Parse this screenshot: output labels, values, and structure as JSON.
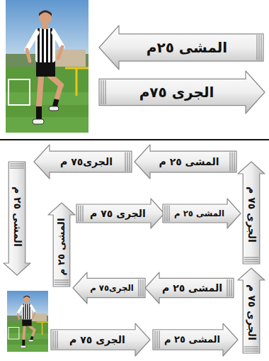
{
  "diagram": {
    "nodes": [
      {
        "text": [
          "المشى ٢٥م"
        ]
      },
      {
        "text": [
          "الجرى ٧٥م"
        ]
      },
      {
        "text": [
          "الجرى ٧٥ م"
        ]
      },
      {
        "text": [
          "المشى ٢٥ م"
        ]
      },
      {
        "text": [
          "الجرى ٧٥ م"
        ]
      },
      {
        "text": [
          "المشى ٢٥ م"
        ]
      },
      {
        "text": [
          "الجرى٧٥ م"
        ]
      },
      {
        "text": [
          "المشى ٢٥ م"
        ]
      },
      {
        "text": [
          "الجرى ٧٥ م"
        ]
      },
      {
        "text": [
          "المشى ٢٥ م"
        ]
      },
      {
        "text": [
          "الجرى ٧٥ م"
        ]
      },
      {
        "text": [
          "المشى ٢٥ م"
        ]
      },
      {
        "text": [
          "الجرى٧٥ م"
        ]
      },
      {
        "text": [
          "المشى ٢٥ م"
        ]
      }
    ]
  }
}
